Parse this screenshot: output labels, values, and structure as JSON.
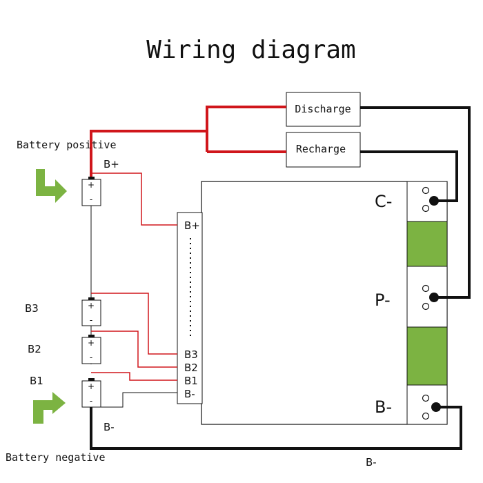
{
  "title": "Wiring diagram",
  "labels": {
    "battery_positive": "Battery positive",
    "battery_negative": "Battery negative",
    "b_plus_top": "B+",
    "b3": "B3",
    "b2": "B2",
    "b1": "B1",
    "b_minus_left": "B-",
    "b_minus_bottom": "B-"
  },
  "boxes": {
    "discharge": "Discharge",
    "recharge": "Recharge"
  },
  "connector_pins": [
    "B+",
    "B3",
    "B2",
    "B1",
    "B-"
  ],
  "terminals": {
    "c_minus": "C-",
    "p_minus": "P-",
    "b_minus": "B-"
  },
  "battery_signs": {
    "plus": "+",
    "minus": "-"
  },
  "colors": {
    "red_wire": "#d0161b",
    "black_wire": "#111111",
    "green": "#7cb342"
  }
}
